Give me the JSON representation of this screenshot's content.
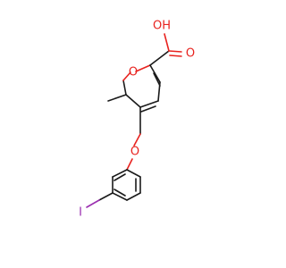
{
  "atoms": {
    "ring_oxygen": "O",
    "hydroxyl": "OH",
    "carbonyl_oxygen": "O",
    "ether_oxygen": "O",
    "iodine": "I"
  },
  "colors": {
    "bond": "#1a1a1a",
    "oxygen": "#e8231f",
    "iodine": "#9b2fb0",
    "background": "#ffffff"
  }
}
